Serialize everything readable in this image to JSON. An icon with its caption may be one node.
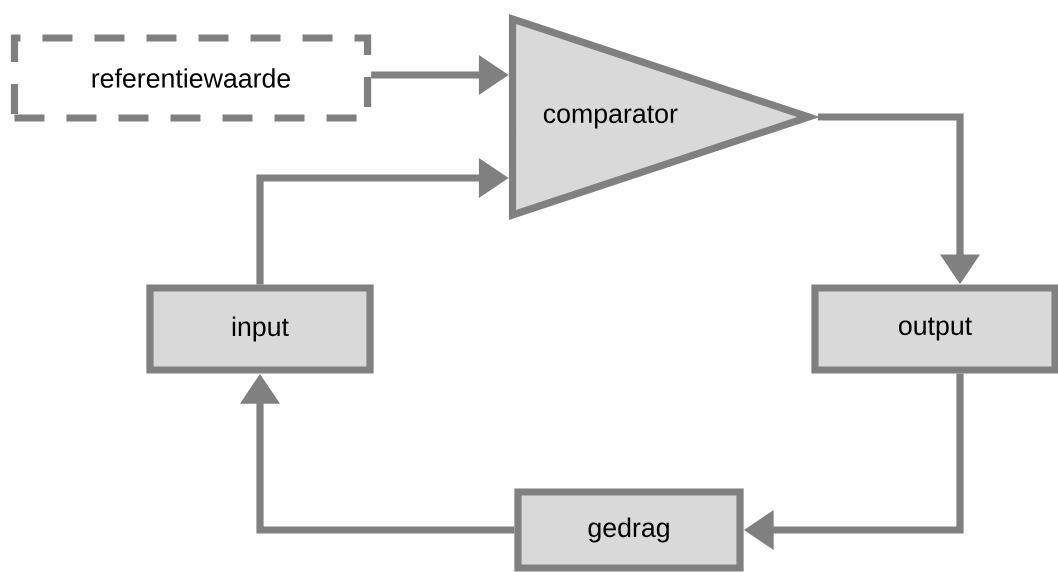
{
  "diagram": {
    "nodes": [
      {
        "text": [
          "referentiewaarde"
        ]
      },
      {
        "text": [
          "comparator"
        ]
      },
      {
        "text": [
          "input"
        ]
      },
      {
        "text": [
          "output"
        ]
      },
      {
        "text": [
          "gedrag"
        ]
      }
    ],
    "edges": [
      {
        "from": 0,
        "to": 1,
        "arrow": "to"
      },
      {
        "from": 1,
        "to": 3,
        "arrow": "to"
      },
      {
        "from": 3,
        "to": 4,
        "arrow": "to"
      },
      {
        "from": 4,
        "to": 2,
        "arrow": "to"
      },
      {
        "from": 2,
        "to": 1,
        "arrow": "to"
      }
    ]
  }
}
